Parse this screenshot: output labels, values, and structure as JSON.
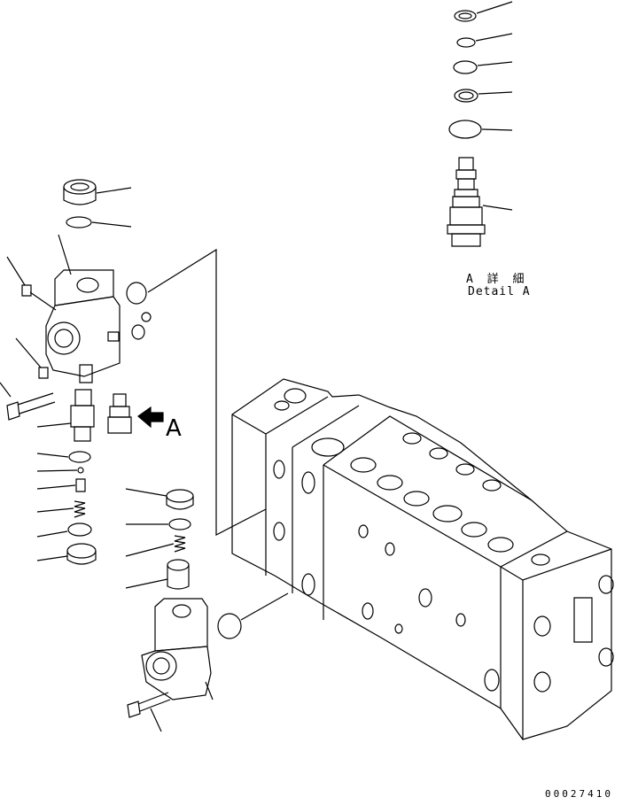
{
  "diagram": {
    "detail_label_jp": "A 詳 細",
    "detail_label_en": "Detail A",
    "view_arrow_label": "A",
    "drawing_code": "00027410"
  }
}
